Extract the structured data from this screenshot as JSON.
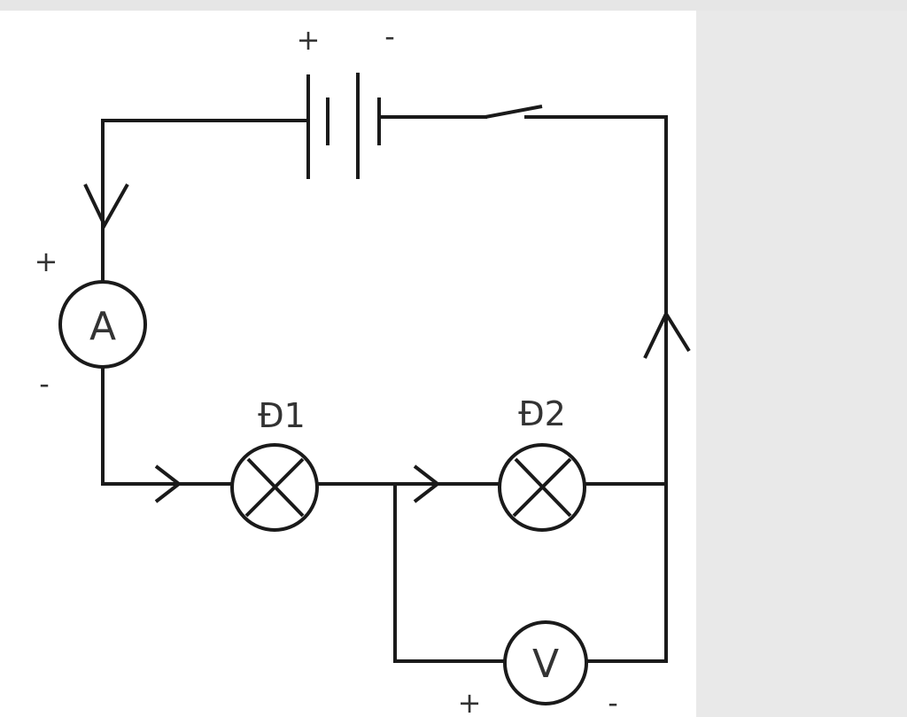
{
  "labels": {
    "battery_plus": "+",
    "battery_minus": "-",
    "ammeter": "A",
    "ammeter_plus": "+",
    "ammeter_minus": "-",
    "lamp1": "Đ1",
    "lamp2": "Đ2",
    "voltmeter": "V",
    "voltmeter_plus": "+",
    "voltmeter_minus": "-"
  },
  "colors": {
    "line": "#1a1a1a",
    "text": "#333333",
    "background": "#ffffff",
    "margin": "#e9e9e9"
  }
}
